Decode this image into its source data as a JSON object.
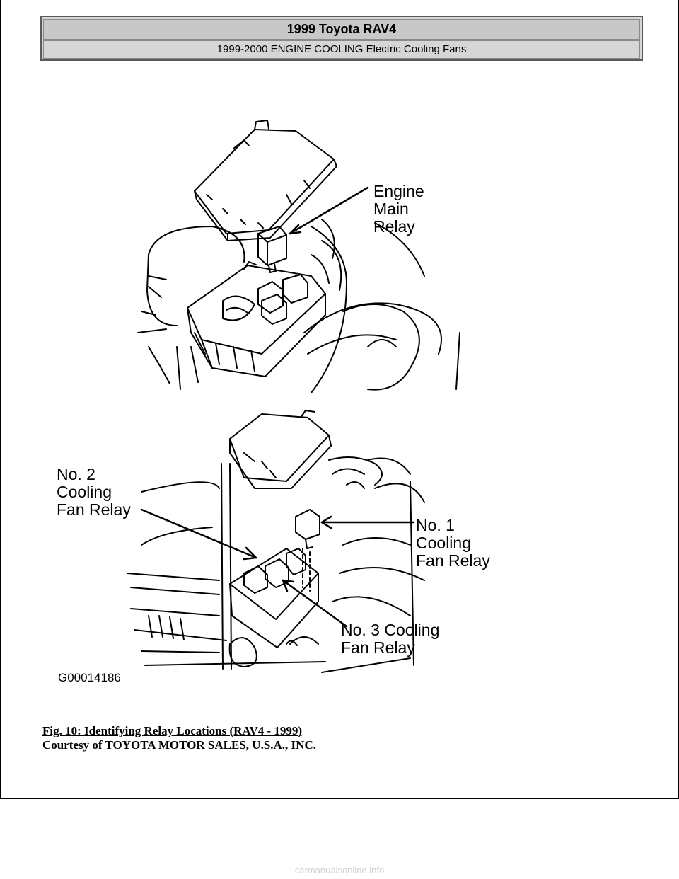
{
  "header": {
    "title": "1999 Toyota RAV4",
    "subtitle": "1999-2000 ENGINE COOLING Electric Cooling Fans"
  },
  "figure": {
    "labels": {
      "engine_main_relay": [
        "Engine",
        "Main",
        "Relay"
      ],
      "no2_cooling_fan_relay": [
        "No. 2",
        "Cooling",
        "Fan Relay"
      ],
      "no1_cooling_fan_relay": [
        "No. 1",
        "Cooling",
        "Fan Relay"
      ],
      "no3_cooling_fan_relay": [
        "No. 3 Cooling",
        "Fan Relay"
      ]
    },
    "figure_id": "G00014186"
  },
  "caption": {
    "title": "Fig. 10: Identifying Relay Locations (RAV4 - 1999)",
    "credit": "Courtesy of TOYOTA MOTOR SALES, U.S.A., INC."
  },
  "footer": {
    "watermark": "carmanualsonline.info"
  }
}
